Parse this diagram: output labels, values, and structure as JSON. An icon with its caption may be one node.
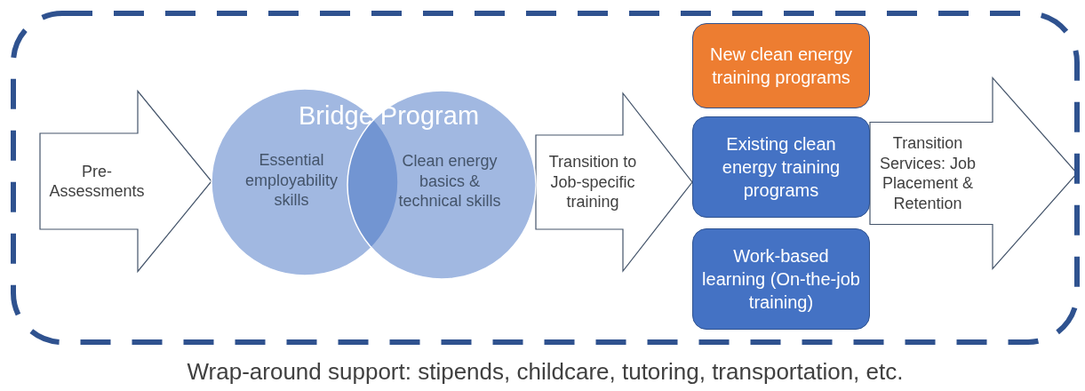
{
  "diagram": {
    "nodes": [
      {
        "text": [
          "Wrap-around support: stipends, childcare, tutoring, transportation, etc."
        ]
      },
      {
        "text": [
          "Essential employability skills"
        ],
        "in": 0
      },
      {
        "text": [
          "Clean energy basics & technical skills"
        ],
        "in": 0
      },
      {
        "text": [
          "New clean energy training programs"
        ],
        "in": 0
      },
      {
        "text": [
          "Existing clean energy training programs"
        ],
        "in": 0
      },
      {
        "text": [
          "Work-based learning (On-the-job training)"
        ],
        "in": 0
      }
    ],
    "edges": [
      {
        "from": null,
        "to": 1,
        "arrow": "to",
        "label": "Pre-Assessments"
      },
      {
        "from": 2,
        "to": 4,
        "arrow": "to",
        "label": "Transition to Job-specific training"
      },
      {
        "from": 4,
        "to": null,
        "arrow": "to",
        "label": "Transition Services: Job Placement & Retention"
      }
    ],
    "labels": [
      "Bridge Program"
    ]
  }
}
